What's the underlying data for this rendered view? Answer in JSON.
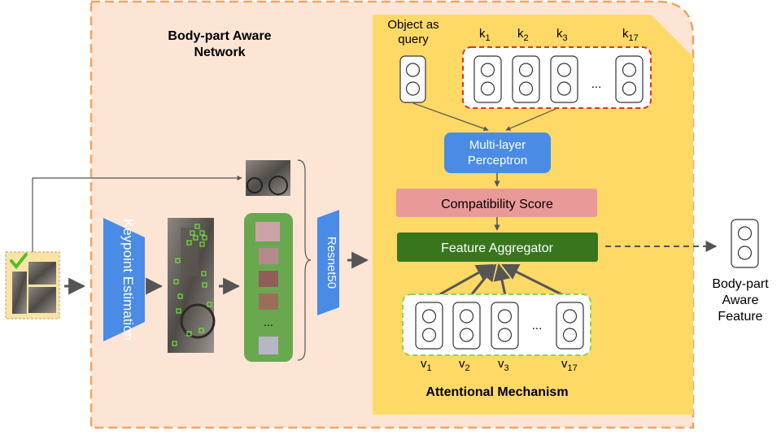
{
  "title": "Body-part Aware Network",
  "keypoint_estimation": "Keypoint Estimation",
  "resnet": "Resnet50",
  "object_query": "Object as query",
  "key_labels": [
    {
      "base": "k",
      "sub": "1"
    },
    {
      "base": "k",
      "sub": "2"
    },
    {
      "base": "k",
      "sub": "3"
    },
    {
      "base": "k",
      "sub": "17"
    }
  ],
  "value_labels": [
    {
      "base": "v",
      "sub": "1"
    },
    {
      "base": "v",
      "sub": "2"
    },
    {
      "base": "v",
      "sub": "3"
    },
    {
      "base": "v",
      "sub": "17"
    }
  ],
  "ellipsis": "...",
  "mlp": "Multi-layer Perceptron",
  "compatibility": "Compatibility Score",
  "aggregator": "Feature Aggregator",
  "attention_title": "Attentional Mechanism",
  "output_label": "Body-part Aware Feature",
  "colors": {
    "outer_fill": "#fde5d6",
    "outer_border": "#f0a560",
    "attention_fill": "#ffd966",
    "mlp": "#4a8be6",
    "compatibility": "#ea9999",
    "aggregator": "#38761d",
    "part_panel": "#6aa84f",
    "key_border": "#e0302a",
    "value_border": "#8ad44a",
    "check": "#4fbf2a"
  }
}
